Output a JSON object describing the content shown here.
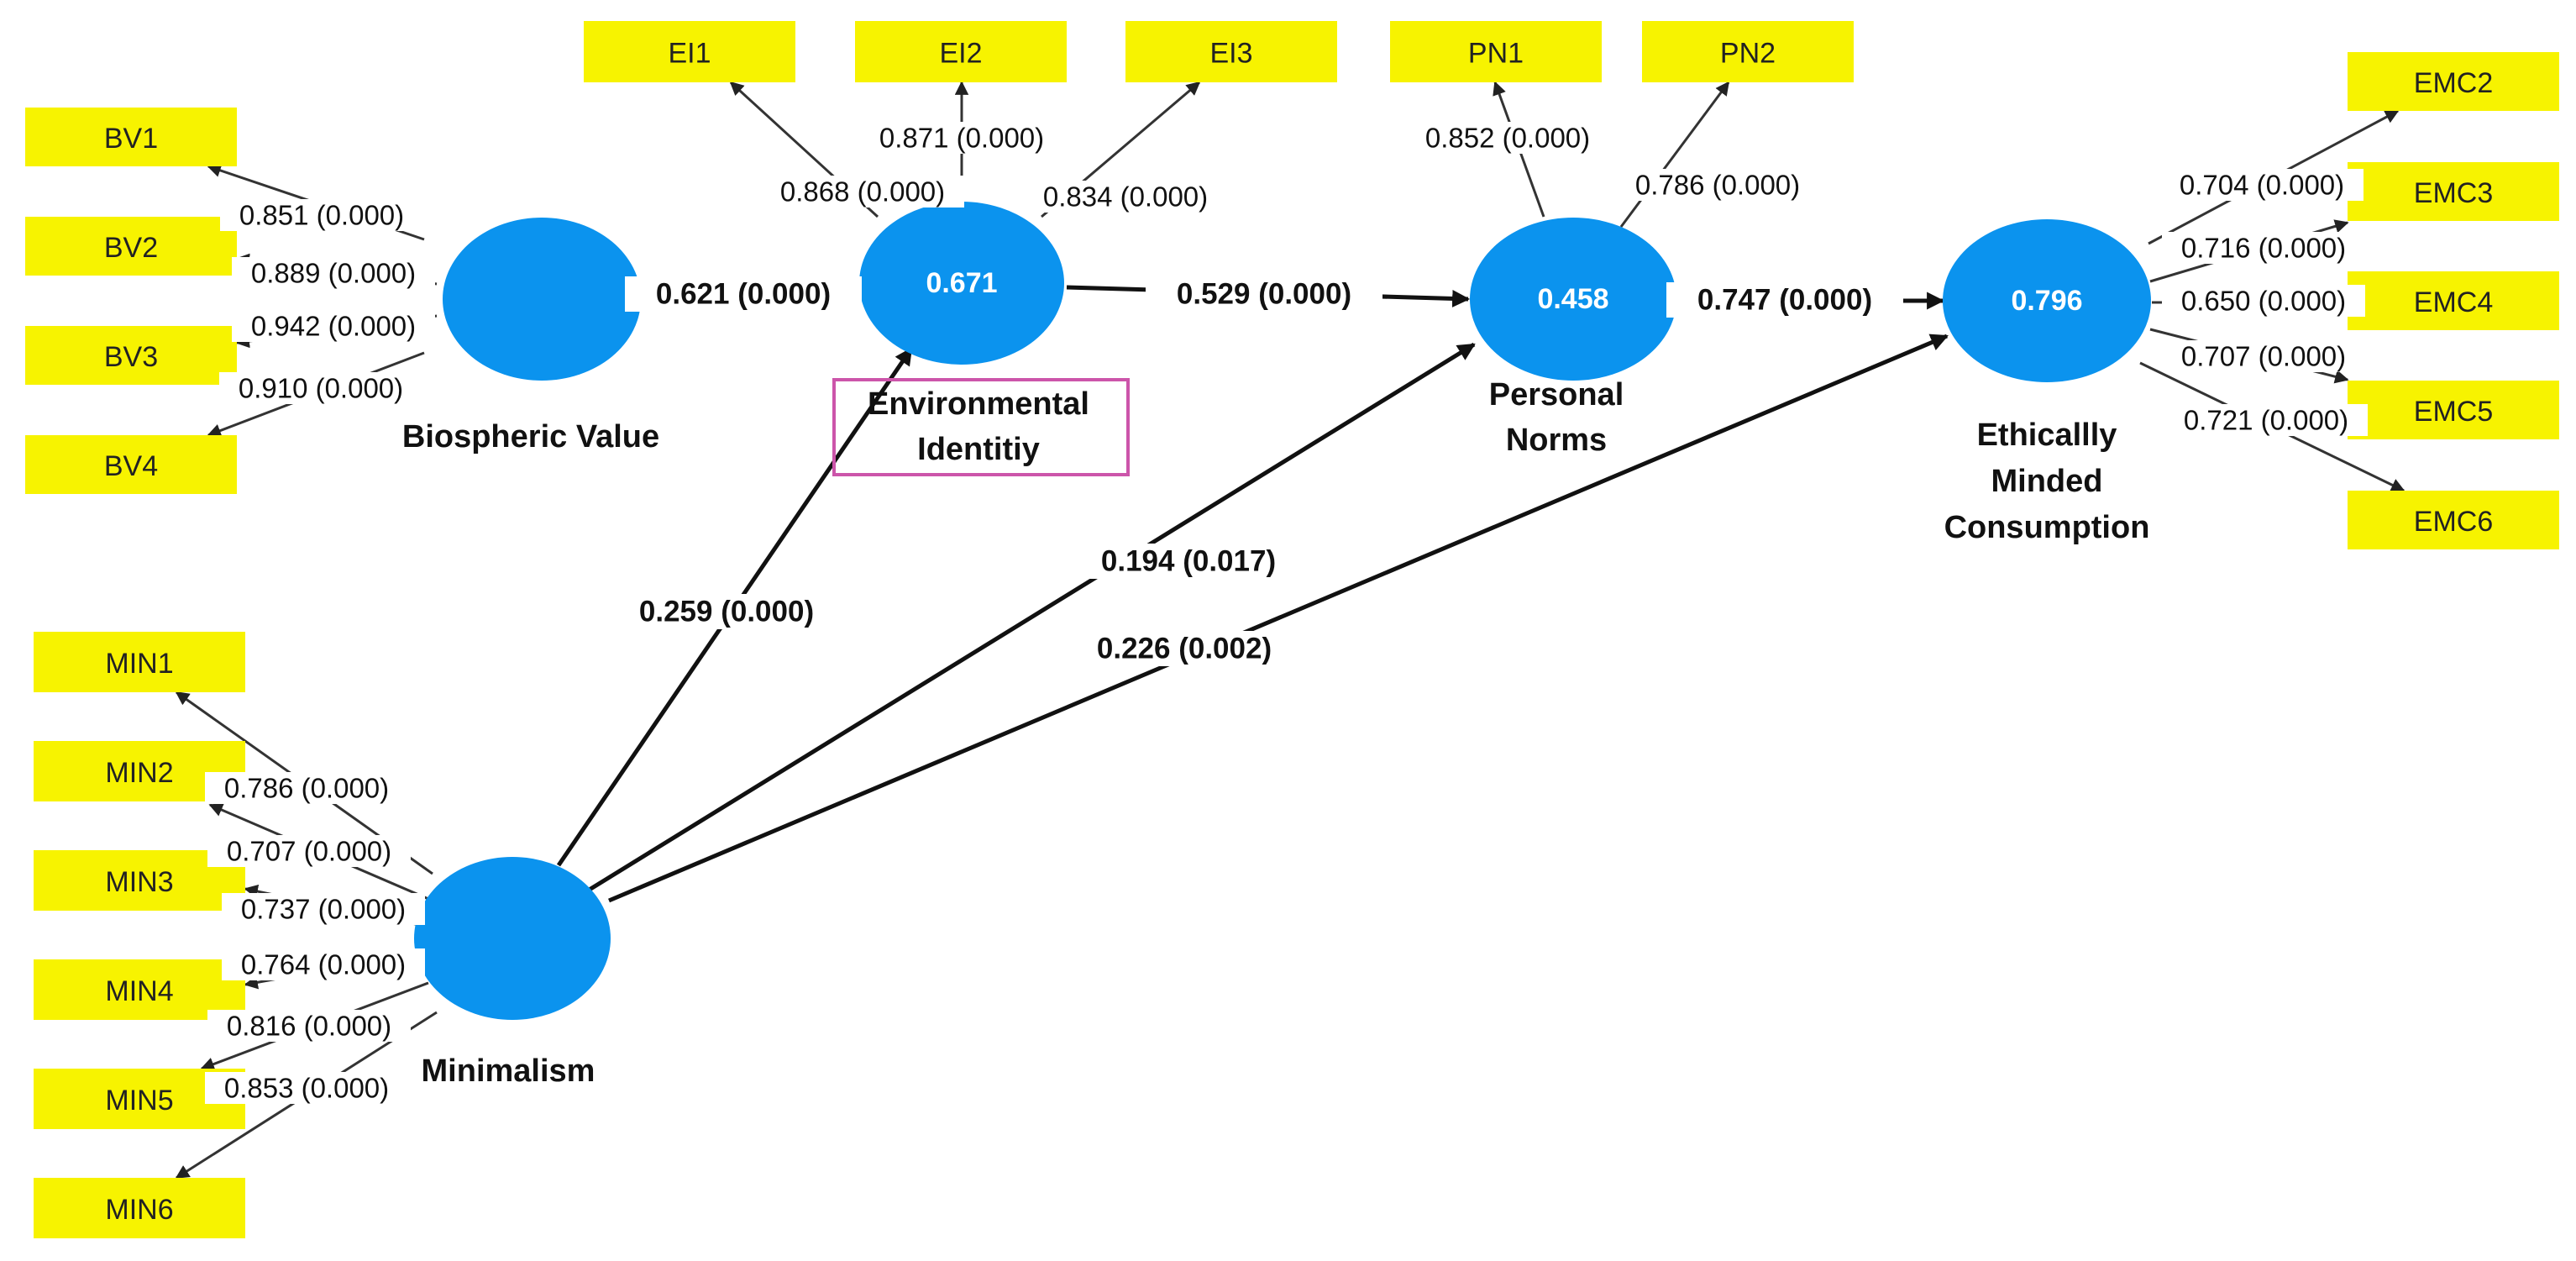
{
  "latents": {
    "biospheric_value": {
      "name": [
        "Biospheric Value"
      ],
      "r2": ""
    },
    "environmental_identity": {
      "name": [
        "Environmental",
        "Identitiy"
      ],
      "r2": "0.671"
    },
    "personal_norms": {
      "name": [
        "Personal",
        "Norms"
      ],
      "r2": "0.458"
    },
    "ethically_minded_consumption": {
      "name": [
        "Ethicallly",
        "Minded",
        "Consumption"
      ],
      "r2": "0.796"
    },
    "minimalism": {
      "name": [
        "Minimalism"
      ],
      "r2": ""
    }
  },
  "indicators": {
    "biospheric_value": [
      {
        "id": "BV1",
        "loading": "0.851 (0.000)"
      },
      {
        "id": "BV2",
        "loading": "0.889 (0.000)"
      },
      {
        "id": "BV3",
        "loading": "0.942 (0.000)"
      },
      {
        "id": "BV4",
        "loading": "0.910 (0.000)"
      }
    ],
    "environmental_identity": [
      {
        "id": "EI1",
        "loading": "0.868 (0.000)"
      },
      {
        "id": "EI2",
        "loading": "0.871 (0.000)"
      },
      {
        "id": "EI3",
        "loading": "0.834 (0.000)"
      }
    ],
    "personal_norms": [
      {
        "id": "PN1",
        "loading": "0.852 (0.000)"
      },
      {
        "id": "PN2",
        "loading": "0.786 (0.000)"
      }
    ],
    "ethically_minded_consumption": [
      {
        "id": "EMC2",
        "loading": "0.704 (0.000)"
      },
      {
        "id": "EMC3",
        "loading": "0.716 (0.000)"
      },
      {
        "id": "EMC4",
        "loading": "0.650 (0.000)"
      },
      {
        "id": "EMC5",
        "loading": "0.707 (0.000)"
      },
      {
        "id": "EMC6",
        "loading": "0.721 (0.000)"
      }
    ],
    "minimalism": [
      {
        "id": "MIN1",
        "loading": "0.786 (0.000)"
      },
      {
        "id": "MIN2",
        "loading": "0.707 (0.000)"
      },
      {
        "id": "MIN3",
        "loading": "0.737 (0.000)"
      },
      {
        "id": "MIN4",
        "loading": "0.764 (0.000)"
      },
      {
        "id": "MIN5",
        "loading": "0.816 (0.000)"
      },
      {
        "id": "MIN6",
        "loading": "0.853 (0.000)"
      }
    ]
  },
  "paths": [
    {
      "from": "biospheric_value",
      "to": "environmental_identity",
      "coef": "0.621 (0.000)"
    },
    {
      "from": "environmental_identity",
      "to": "personal_norms",
      "coef": "0.529 (0.000)"
    },
    {
      "from": "personal_norms",
      "to": "ethically_minded_consumption",
      "coef": "0.747 (0.000)"
    },
    {
      "from": "minimalism",
      "to": "environmental_identity",
      "coef": "0.259 (0.000)"
    },
    {
      "from": "minimalism",
      "to": "personal_norms",
      "coef": "0.194 (0.017)"
    },
    {
      "from": "minimalism",
      "to": "ethically_minded_consumption",
      "coef": "0.226 (0.002)"
    }
  ],
  "colors": {
    "latent_fill": "#0b93ee",
    "indicator_fill": "#f7f300",
    "highlight_border": "#cc55aa",
    "arrow": "#111111"
  }
}
